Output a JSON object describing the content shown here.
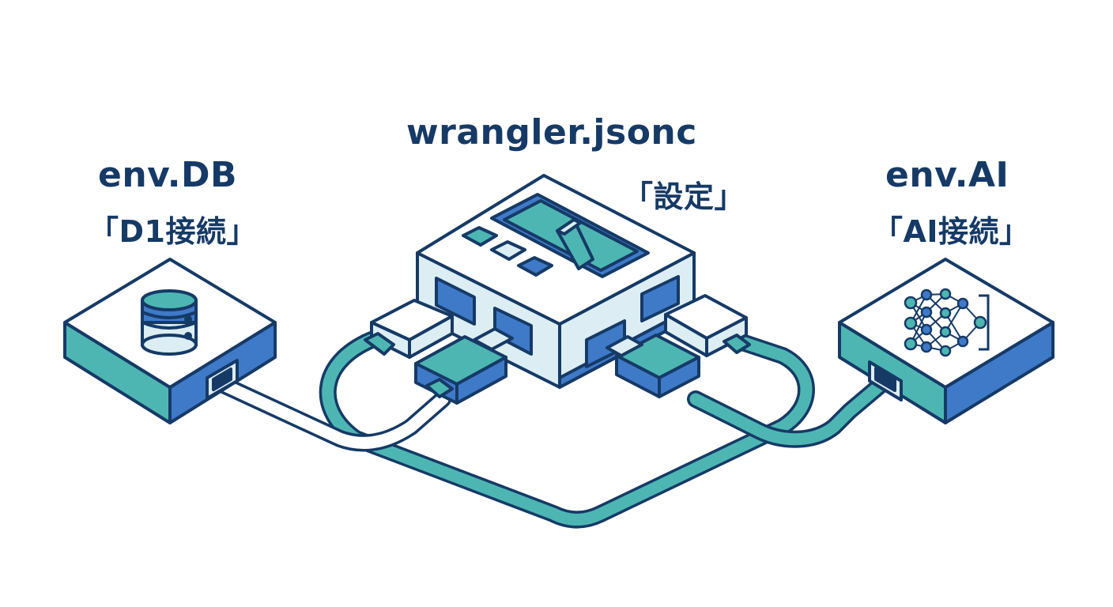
{
  "hub": {
    "name": "wrangler.jsonc",
    "role": "「設定」",
    "icon": "config-switch-icon"
  },
  "left_node": {
    "name": "env.DB",
    "role": "「D1接続」",
    "icon": "database-icon"
  },
  "right_node": {
    "name": "env.AI",
    "role": "「AI接続」",
    "icon": "neural-network-icon"
  },
  "colors": {
    "outline": "#163a66",
    "teal": "#4db6b3",
    "blue": "#3f7ac9",
    "light": "#dceef3",
    "top": "#ffffff"
  }
}
